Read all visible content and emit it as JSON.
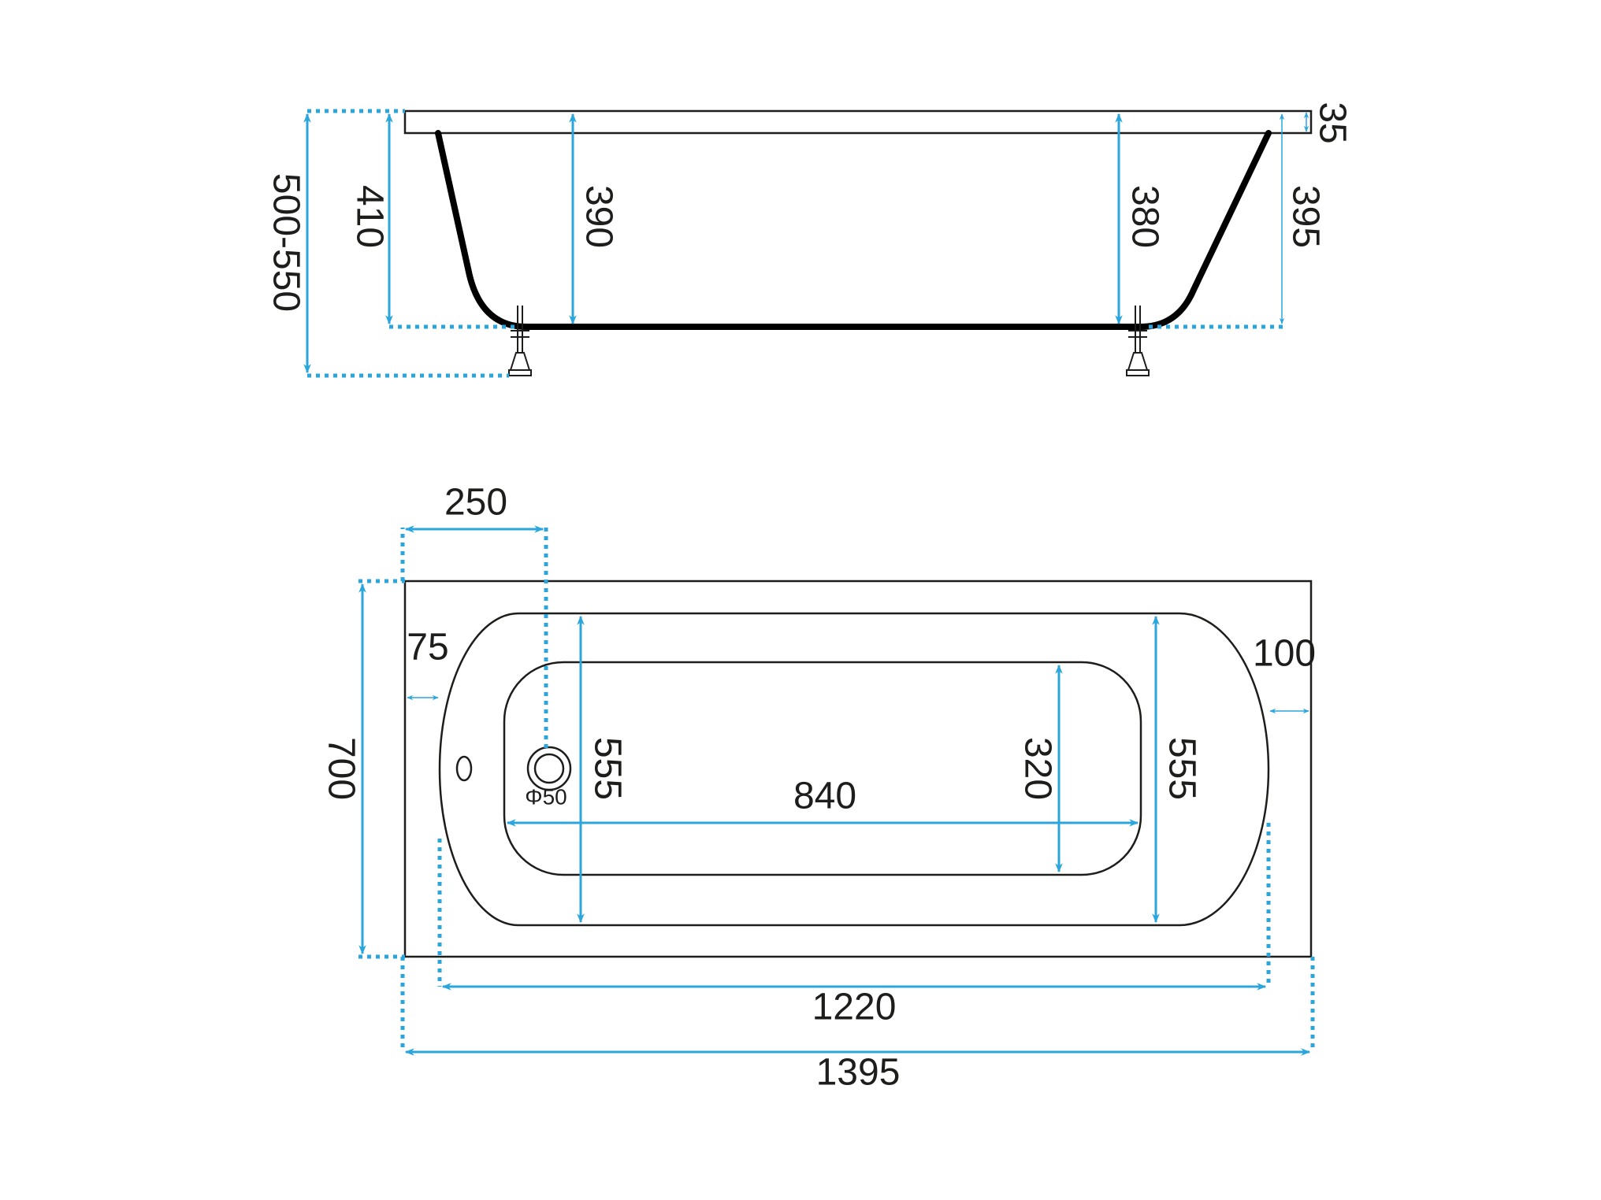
{
  "colors": {
    "dimension": "#2aa6dd",
    "outline": "#1d1d1b",
    "background": "#ffffff"
  },
  "side_view": {
    "dims": {
      "total_height": "500-550",
      "depth_left": "410",
      "depth_inner_left": "390",
      "depth_inner_right": "380",
      "depth_right": "395",
      "rim": "35"
    }
  },
  "top_view": {
    "dims": {
      "drain_offset": "250",
      "width": "700",
      "rim_left": "75",
      "rim_right": "100",
      "inner_width_left": "555",
      "inner_width_right": "555",
      "floor_width": "320",
      "floor_length": "840",
      "drain_diameter": "Φ50",
      "inner_length": "1220",
      "total_length": "1395"
    }
  }
}
